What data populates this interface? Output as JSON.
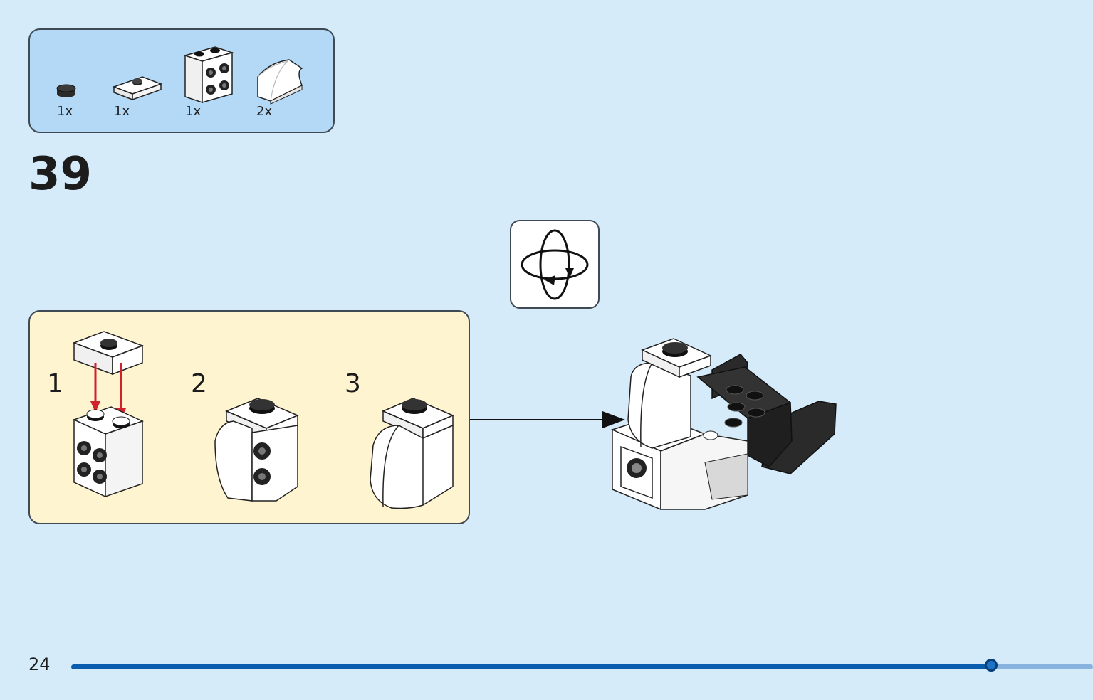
{
  "parts_list": {
    "items": [
      {
        "name": "round-tile-black",
        "quantity": "1x"
      },
      {
        "name": "jumper-plate-white",
        "quantity": "1x"
      },
      {
        "name": "bracket-brick-white",
        "quantity": "1x"
      },
      {
        "name": "curved-slope-white",
        "quantity": "2x"
      }
    ]
  },
  "step": {
    "number": "39"
  },
  "sub_steps": [
    {
      "number": "1"
    },
    {
      "number": "2"
    },
    {
      "number": "3"
    }
  ],
  "rotate_icon": "rotate-model-icon",
  "footer": {
    "page_number": "24",
    "progress": 0.9
  },
  "colors": {
    "background": "#d5ebf9",
    "parts_box": "#b3d9f6",
    "sub_build_box": "#fff4d0",
    "arrow_red": "#d1222b",
    "progress": "#0a5cad"
  }
}
